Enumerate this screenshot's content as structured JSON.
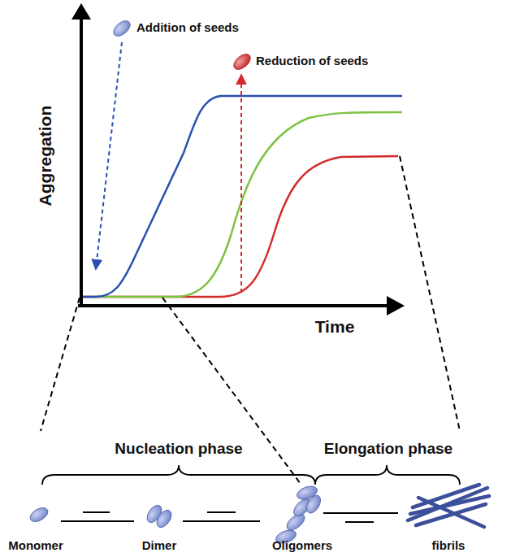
{
  "diagram": {
    "labels": [
      "Addition of seeds",
      "Reduction of seeds",
      "Aggregation",
      "Time",
      "Nucleation phase",
      "Elongation phase",
      "Monomer",
      "Dimer",
      "Oligomers",
      "fibrils"
    ]
  }
}
